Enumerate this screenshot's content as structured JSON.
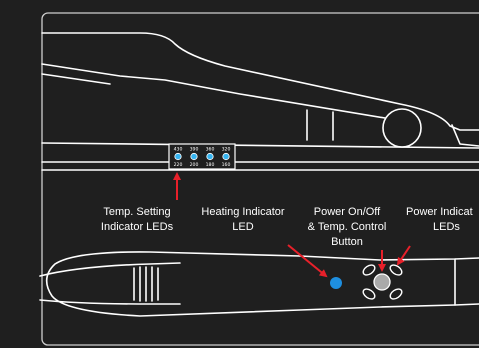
{
  "colors": {
    "background": "#1f1f1f",
    "outline": "#ffffff",
    "arrow": "#e8202a",
    "heating_led": "#1e8fe0",
    "temp_led": "#35b4f0",
    "power_button": "#aaaaaa"
  },
  "temp_indicator": {
    "top_values": [
      "430",
      "390",
      "360",
      "320"
    ],
    "bottom_values": [
      "220",
      "200",
      "180",
      "160"
    ]
  },
  "labels": {
    "temp_setting": [
      "Temp. Setting",
      "Indicator LEDs"
    ],
    "heating": [
      "Heating Indicator",
      "LED"
    ],
    "power_button": [
      "Power On/Off",
      "& Temp. Control",
      "Button"
    ],
    "power_indicator": [
      "Power Indicat",
      "LEDs"
    ]
  },
  "icons": [
    "arrow-icon",
    "led-icon",
    "button-icon"
  ]
}
